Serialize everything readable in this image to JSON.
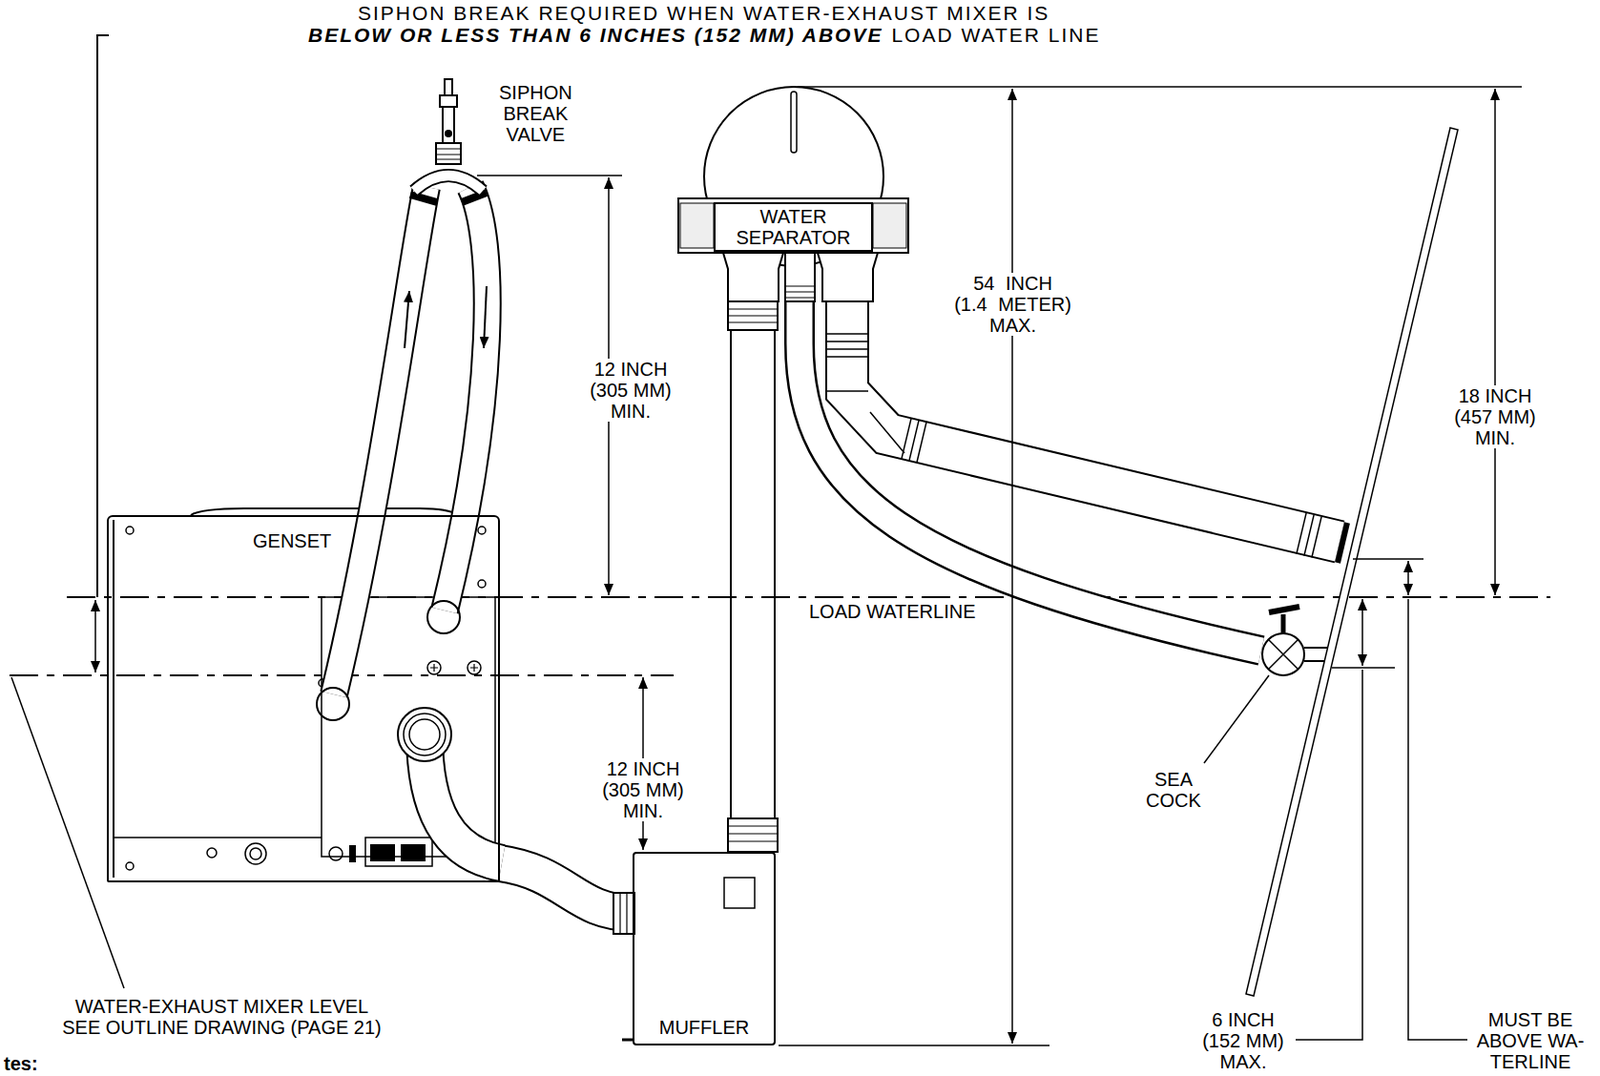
{
  "diagram": {
    "nodes": [
      {
        "text": [
          "GENSET"
        ]
      },
      {
        "text": [
          "WATER SEPARATOR"
        ]
      },
      {
        "text": [
          "MUFFLER"
        ]
      }
    ],
    "edges": [
      {
        "from": 0,
        "to": 2,
        "arrow": "none"
      },
      {
        "from": 2,
        "to": 1,
        "arrow": "none"
      }
    ],
    "labels": [
      "SIPHON BREAK REQUIRED WHEN WATER-EXHAUST MIXER IS",
      "BELOW OR LESS THAN 6 INCHES (152 MM) ABOVE",
      "LOAD WATER LINE",
      "SIPHON BREAK VALVE",
      "12 INCH (305 MM) MIN.",
      "54 INCH (1.4 METER) MAX.",
      "18 INCH (457 MM) MIN.",
      "LOAD WATERLINE",
      "12 INCH (305 MM) MIN.",
      "SEA COCK",
      "WATER-EXHAUST MIXER LEVEL SEE OUTLINE DRAWING (PAGE 21)",
      "6 INCH (152 MM) MAX.",
      "MUST BE ABOVE WA- TERLINE",
      "tes:"
    ]
  }
}
